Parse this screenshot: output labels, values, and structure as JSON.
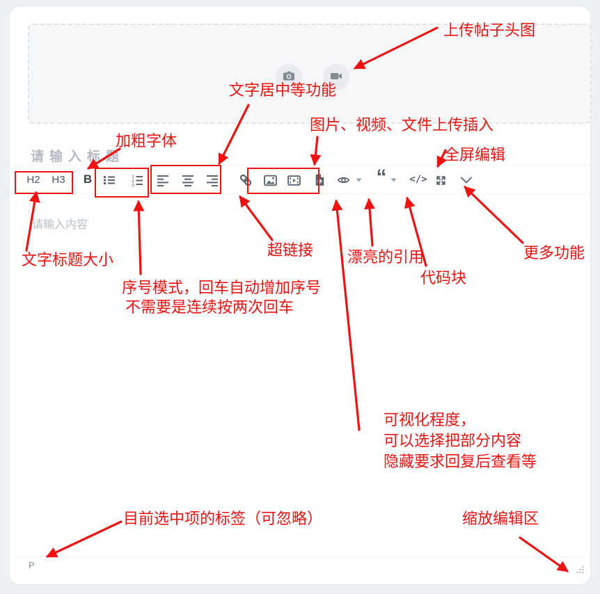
{
  "upload_area": {
    "camera_icon": "camera-icon",
    "video_icon": "video-camera-icon"
  },
  "editor": {
    "title_placeholder": "请输入标题",
    "content_placeholder": "请输入内容",
    "status_tag": "P"
  },
  "toolbar": {
    "heading2_label": "H2",
    "heading3_label": "H3",
    "bold_label": "B",
    "quote_glyph": "“",
    "code_glyph": "</>"
  },
  "annotations": {
    "upload_header": "上传帖子头图",
    "align_functions": "文字居中等功能",
    "bold_font": "加粗字体",
    "media_insert": "图片、视频、文件上传插入",
    "fullscreen": "全屏编辑",
    "hyperlink": "超链接",
    "heading_size": "文字标题大小",
    "list_mode": {
      "line1": "序号模式，回车自动增加序号",
      "line2": "不需要是连续按两次回车"
    },
    "pretty_quote": "漂亮的引用",
    "code_block": "代码块",
    "more_functions": "更多功能",
    "visibility": {
      "line1": "可视化程度，",
      "line2": "可以选择把部分内容",
      "line3": "隐藏要求回复后查看等"
    },
    "current_tag": "目前选中项的标签（可忽略）",
    "resize_editor": "缩放编辑区"
  },
  "colors": {
    "annotation_red": "#f01111",
    "icon_grey": "#5b636b",
    "placeholder_grey": "#b7bec5",
    "page_bg": "#eef1f4",
    "card_bg": "#ffffff",
    "upload_zone_bg": "#f6f7f8"
  }
}
